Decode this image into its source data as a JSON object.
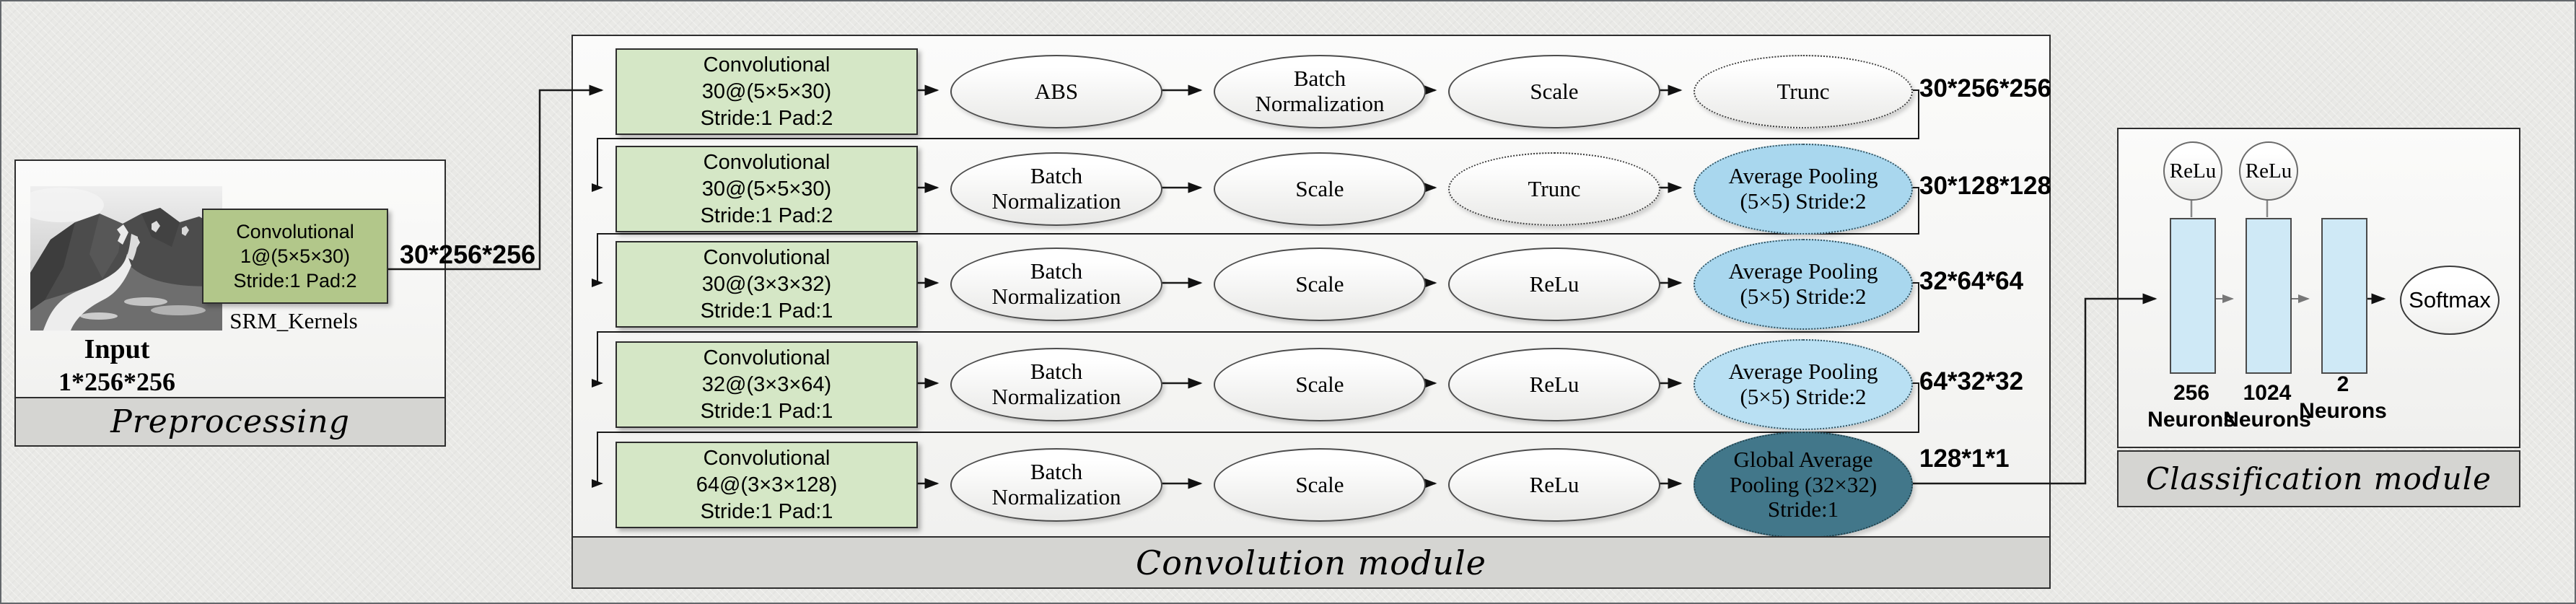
{
  "preprocessing": {
    "title": "Preprocessing",
    "photo": "grayscale-mountain-landscape",
    "input_caption": "Input",
    "input_dims": "1*256*256",
    "srm_box": {
      "line1": "Convolutional",
      "line2": "1@(5×5×30)",
      "line3": "Stride:1 Pad:2"
    },
    "srm_label": "SRM_Kernels",
    "output_dims": "30*256*256"
  },
  "conv_module": {
    "title": "Convolution module",
    "rows": [
      {
        "conv": {
          "line1": "Convolutional",
          "line2": "30@(5×5×30)",
          "line3": "Stride:1 Pad:2"
        },
        "ops": [
          {
            "label": "ABS"
          },
          {
            "label": "Batch Normalization"
          },
          {
            "label": "Scale"
          },
          {
            "label": "Trunc"
          }
        ],
        "output": "30*256*256"
      },
      {
        "conv": {
          "line1": "Convolutional",
          "line2": "30@(5×5×30)",
          "line3": "Stride:1 Pad:2"
        },
        "ops": [
          {
            "label": "Batch Normalization"
          },
          {
            "label": "Scale"
          },
          {
            "label": "Trunc"
          },
          {
            "label": "Average Pooling (5×5) Stride:2"
          }
        ],
        "output": "30*128*128"
      },
      {
        "conv": {
          "line1": "Convolutional",
          "line2": "30@(3×3×32)",
          "line3": "Stride:1 Pad:1"
        },
        "ops": [
          {
            "label": "Batch Normalization"
          },
          {
            "label": "Scale"
          },
          {
            "label": "ReLu"
          },
          {
            "label": "Average Pooling (5×5) Stride:2"
          }
        ],
        "output": "32*64*64"
      },
      {
        "conv": {
          "line1": "Convolutional",
          "line2": "32@(3×3×64)",
          "line3": "Stride:1 Pad:1"
        },
        "ops": [
          {
            "label": "Batch Normalization"
          },
          {
            "label": "Scale"
          },
          {
            "label": "ReLu"
          },
          {
            "label": "Average Pooling (5×5) Stride:2"
          }
        ],
        "output": "64*32*32"
      },
      {
        "conv": {
          "line1": "Convolutional",
          "line2": "64@(3×3×128)",
          "line3": "Stride:1 Pad:1"
        },
        "ops": [
          {
            "label": "Batch Normalization"
          },
          {
            "label": "Scale"
          },
          {
            "label": "ReLu"
          },
          {
            "label": "Global Average Pooling (32×32) Stride:1"
          }
        ],
        "output": "128*1*1"
      }
    ]
  },
  "classification": {
    "title": "Classification module",
    "relu1": "ReLu",
    "relu2": "ReLu",
    "softmax": "Softmax",
    "bars": [
      {
        "value": "256",
        "unit": "Neurons"
      },
      {
        "value": "1024",
        "unit": "Neurons"
      },
      {
        "value": "2",
        "unit": "Neurons"
      }
    ]
  },
  "colors": {
    "conv_green": "#d5e7c6",
    "srm_green": "#b2c78a",
    "pool_blue": "#a9d7ee",
    "global_pool_teal": "#42778a",
    "neuron_bar_blue": "#cfe9f6",
    "title_bar_gray": "#d5d5d2",
    "background": "#e9e9e6"
  }
}
